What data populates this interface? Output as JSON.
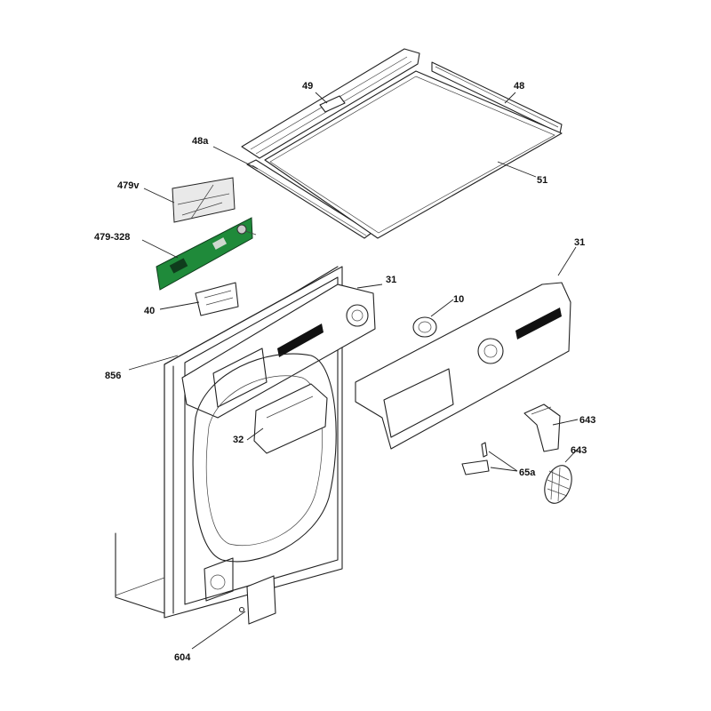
{
  "diagram": {
    "callouts": [
      {
        "id": "c49",
        "text": "49"
      },
      {
        "id": "c48",
        "text": "48"
      },
      {
        "id": "c48a",
        "text": "48a"
      },
      {
        "id": "c51",
        "text": "51"
      },
      {
        "id": "c479v",
        "text": "479v"
      },
      {
        "id": "c479_328",
        "text": "479-328"
      },
      {
        "id": "c40",
        "text": "40"
      },
      {
        "id": "c31a",
        "text": "31"
      },
      {
        "id": "c31b",
        "text": "31"
      },
      {
        "id": "c10",
        "text": "10"
      },
      {
        "id": "c856",
        "text": "856"
      },
      {
        "id": "c32",
        "text": "32"
      },
      {
        "id": "c643a",
        "text": "643"
      },
      {
        "id": "c643b",
        "text": "643"
      },
      {
        "id": "c65a",
        "text": "65a"
      },
      {
        "id": "c604",
        "text": "604"
      }
    ]
  },
  "colors": {
    "pcb_green": "#1f8a3a",
    "line": "#222222",
    "background": "#ffffff"
  }
}
